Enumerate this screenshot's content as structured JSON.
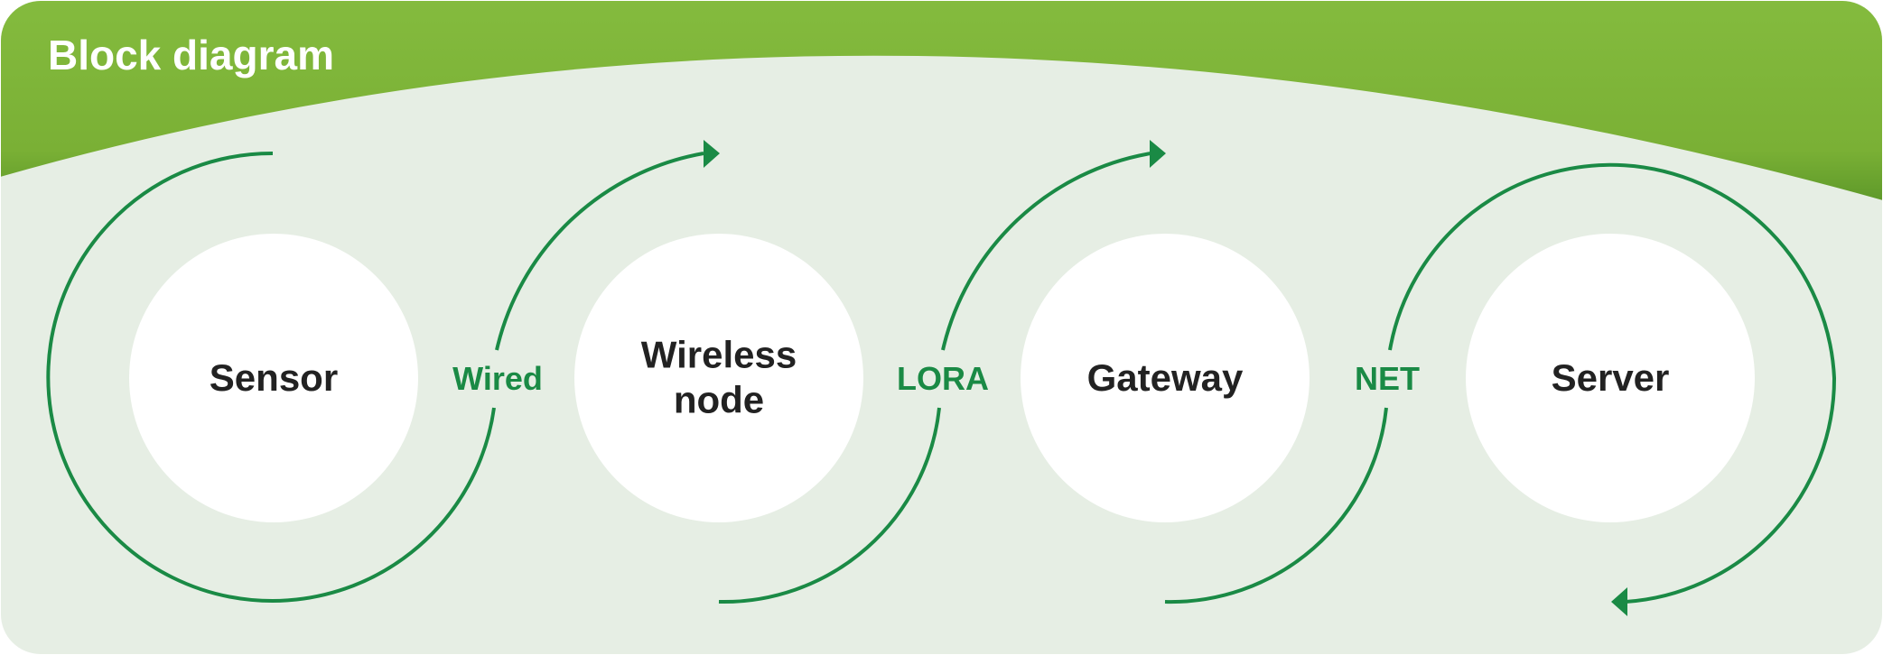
{
  "title": "Block diagram",
  "nodes": [
    {
      "id": "sensor",
      "label": "Sensor"
    },
    {
      "id": "wireless-node",
      "label": "Wireless node"
    },
    {
      "id": "gateway",
      "label": "Gateway"
    },
    {
      "id": "server",
      "label": "Server"
    }
  ],
  "links": [
    {
      "from": "sensor",
      "to": "wireless-node",
      "label": "Wired"
    },
    {
      "from": "wireless-node",
      "to": "gateway",
      "label": "LORA"
    },
    {
      "from": "gateway",
      "to": "server",
      "label": "NET"
    }
  ],
  "colors": {
    "header_green": "#7db53a",
    "panel_bg": "#e6eee4",
    "line_green": "#1a8a45",
    "node_fill": "#ffffff",
    "node_text": "#222222"
  }
}
